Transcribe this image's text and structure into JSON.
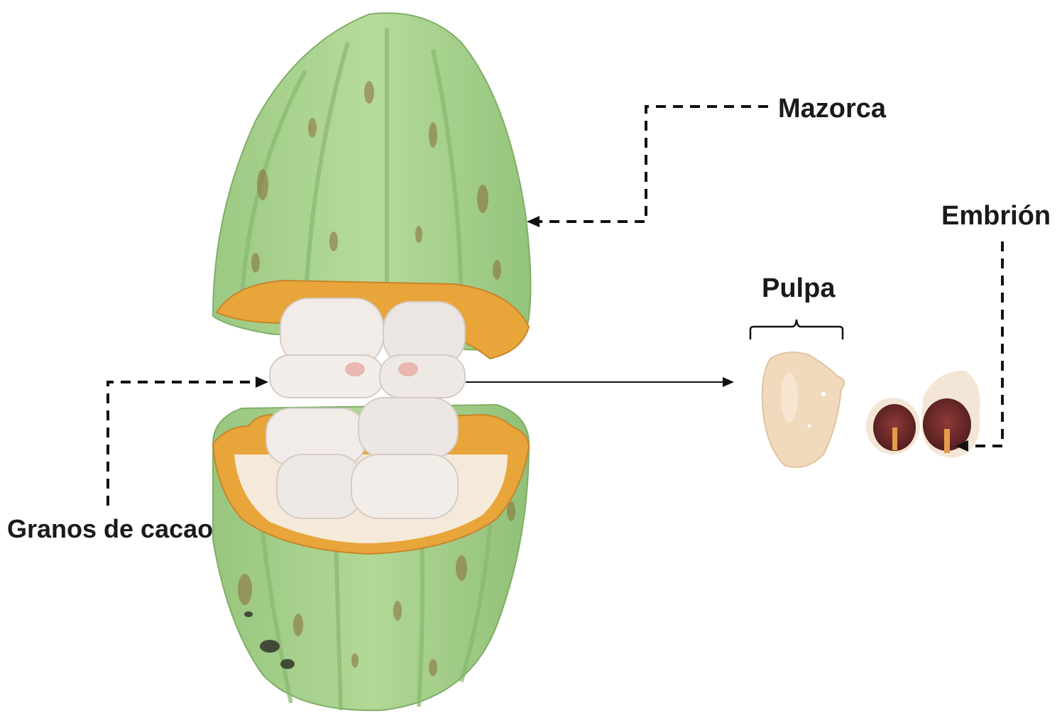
{
  "figure": {
    "labels": {
      "pod": "Mazorca",
      "beans": "Granos de cacao",
      "pulp": "Pulpa",
      "embryo": "Embrión"
    },
    "colors": {
      "husk": "#a9d18e",
      "husk_dark": "#8fbf73",
      "husk_spots": "#8a6a3a",
      "husk_inner": "#e8a53a",
      "bean_pulp": "#f1ece8",
      "bean_blush": "#e7a9a2",
      "pulp_single": "#f1d9bd",
      "seed_interior": "#7a2f2e",
      "embryo": "#e59c4a"
    }
  }
}
